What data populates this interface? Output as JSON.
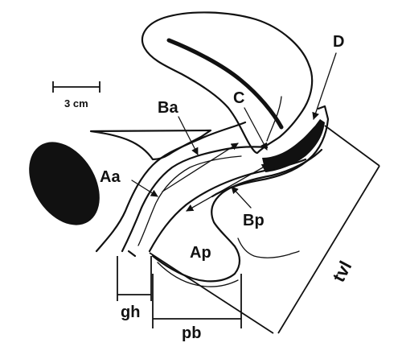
{
  "scale_bar": {
    "label": "3 cm"
  },
  "points": {
    "aa": "Aa",
    "ba": "Ba",
    "c": "C",
    "d": "D",
    "ap": "Ap",
    "bp": "Bp"
  },
  "measurements": {
    "gh": "gh",
    "pb": "pb",
    "tvl": "tvl"
  }
}
